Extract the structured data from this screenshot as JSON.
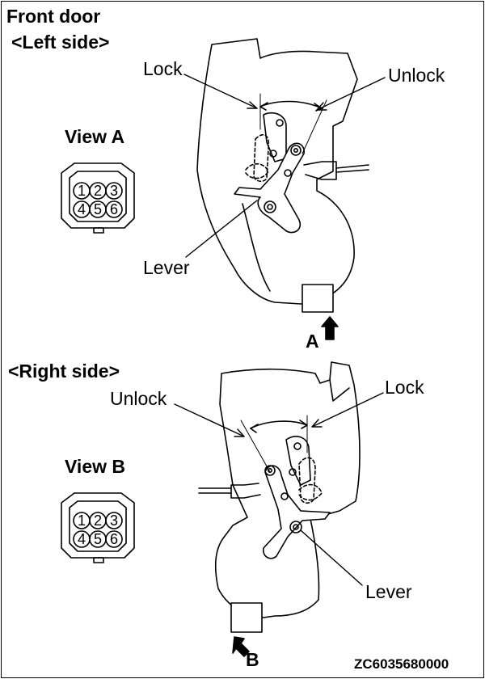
{
  "title": "Front door",
  "left_section": {
    "heading": "<Left side>",
    "label_lock": "Lock",
    "label_unlock": "Unlock",
    "label_lever": "Lever",
    "view_label": "View A",
    "arrow_label": "A",
    "connector_pins": [
      "1",
      "2",
      "3",
      "4",
      "5",
      "6"
    ]
  },
  "right_section": {
    "heading": "<Right side>",
    "label_lock": "Lock",
    "label_unlock": "Unlock",
    "label_lever": "Lever",
    "view_label": "View B",
    "arrow_label": "B",
    "connector_pins": [
      "1",
      "2",
      "3",
      "4",
      "5",
      "6"
    ]
  },
  "figure_code": "ZC6035680000"
}
